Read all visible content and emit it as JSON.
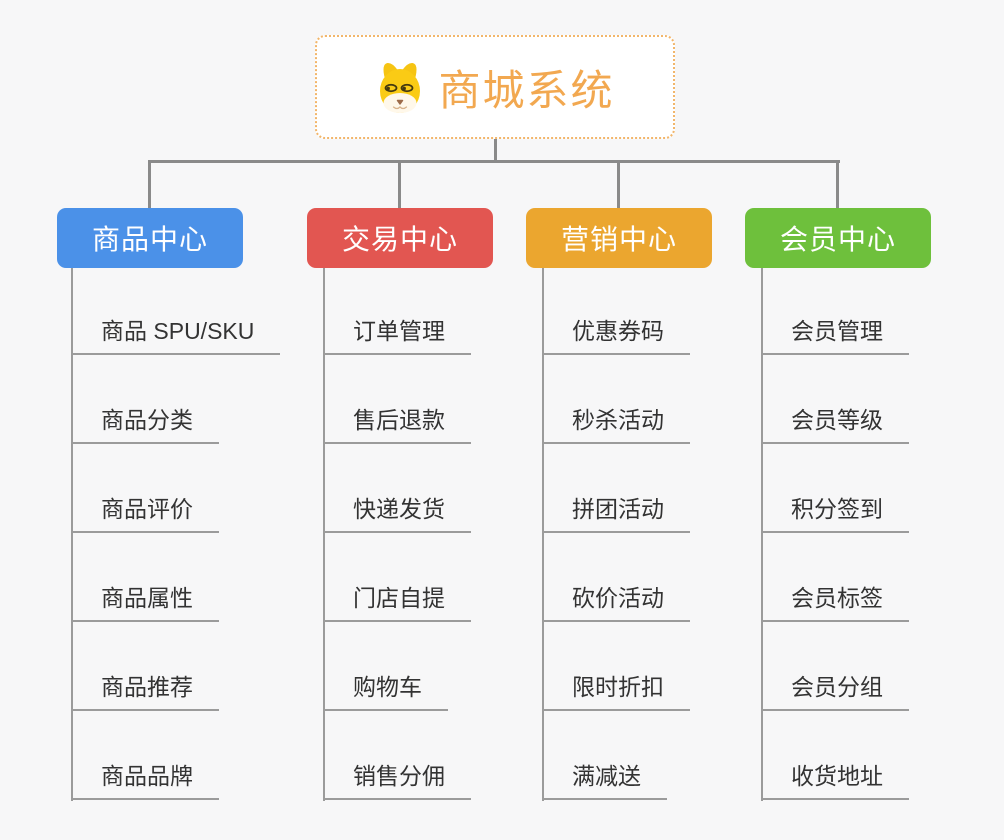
{
  "root": {
    "title": "商城系统",
    "icon": "shiba-dog-icon"
  },
  "branches": [
    {
      "label": "商品中心",
      "color": "#4b91e8",
      "items": [
        "商品 SPU/SKU",
        "商品分类",
        "商品评价",
        "商品属性",
        "商品推荐",
        "商品品牌"
      ]
    },
    {
      "label": "交易中心",
      "color": "#e25651",
      "items": [
        "订单管理",
        "售后退款",
        "快递发货",
        "门店自提",
        "购物车",
        "销售分佣"
      ]
    },
    {
      "label": "营销中心",
      "color": "#eba62f",
      "items": [
        "优惠券码",
        "秒杀活动",
        "拼团活动",
        "砍价活动",
        "限时折扣",
        "满减送"
      ]
    },
    {
      "label": "会员中心",
      "color": "#6ec03c",
      "items": [
        "会员管理",
        "会员等级",
        "积分签到",
        "会员标签",
        "会员分组",
        "收货地址"
      ]
    }
  ],
  "colors": {
    "background": "#f7f7f8",
    "root_accent": "#f2a850",
    "root_border": "#f2b66b",
    "connector": "#8a8a8a",
    "leaf_line": "#9b9b9b",
    "leaf_text": "#333333"
  }
}
